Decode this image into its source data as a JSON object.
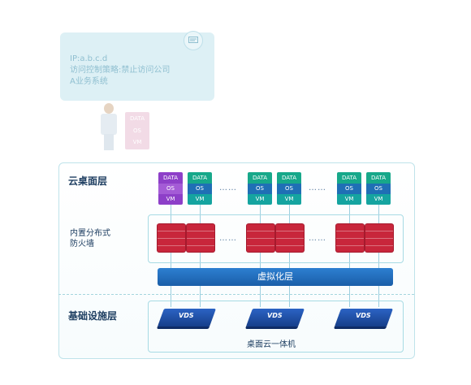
{
  "bubble": {
    "lines": [
      "IP:a.b.c.d",
      "访问控制策略:禁止访问公司",
      "A业务系统"
    ]
  },
  "ghost_vm": {
    "data": "DATA",
    "os": "OS",
    "vm": "VM"
  },
  "sections": {
    "cloud_desktop": "云桌面层",
    "firewall": [
      "内置分布式",
      "防火墙"
    ],
    "virtualization": "虚拟化层",
    "infrastructure": "基础设施层"
  },
  "vm_stack": {
    "data": "DATA",
    "os": "OS",
    "vm": "VM"
  },
  "ellipsis": "……",
  "vds_label": "VDS",
  "appliance_caption": "桌面云一体机",
  "colors": {
    "vm_green": "#17a88a",
    "vm_purple": "#8d3fc8",
    "firewall_red": "#c8263b",
    "virtualization_blue": "#2d7fd1",
    "vds_blue": "#173f8a"
  }
}
